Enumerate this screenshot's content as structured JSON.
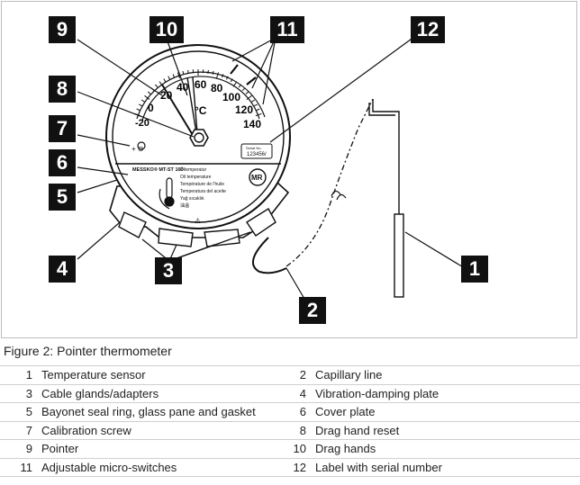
{
  "figure": {
    "callouts": [
      "1",
      "2",
      "3",
      "4",
      "5",
      "6",
      "7",
      "8",
      "9",
      "10",
      "11",
      "12"
    ],
    "dial": {
      "scale_labels": [
        "-20",
        "0",
        "20",
        "40",
        "60",
        "80",
        "100",
        "120",
        "140"
      ],
      "unit": "°C",
      "brand_model": "MESSKO® MT-ST 160",
      "languages": [
        "Öltemperatur",
        "Oil temperature",
        "Température de l'huile",
        "Temperatura del aceite",
        "Yağ sıcaklık",
        "油温"
      ],
      "logo": "MR",
      "serial_tag_header": "Serial No.",
      "serial_tag_value": "123456/"
    }
  },
  "caption": "Figure 2: Pointer thermometer",
  "legend": [
    [
      {
        "num": "1",
        "text": "Temperature sensor"
      },
      {
        "num": "2",
        "text": "Capillary line"
      }
    ],
    [
      {
        "num": "3",
        "text": "Cable glands/adapters"
      },
      {
        "num": "4",
        "text": "Vibration-damping plate"
      }
    ],
    [
      {
        "num": "5",
        "text": "Bayonet seal ring, glass pane and gasket"
      },
      {
        "num": "6",
        "text": "Cover plate"
      }
    ],
    [
      {
        "num": "7",
        "text": "Calibration screw"
      },
      {
        "num": "8",
        "text": "Drag hand reset"
      }
    ],
    [
      {
        "num": "9",
        "text": "Pointer"
      },
      {
        "num": "10",
        "text": "Drag hands"
      }
    ],
    [
      {
        "num": "11",
        "text": "Adjustable micro-switches"
      },
      {
        "num": "12",
        "text": "Label with serial number"
      }
    ]
  ]
}
